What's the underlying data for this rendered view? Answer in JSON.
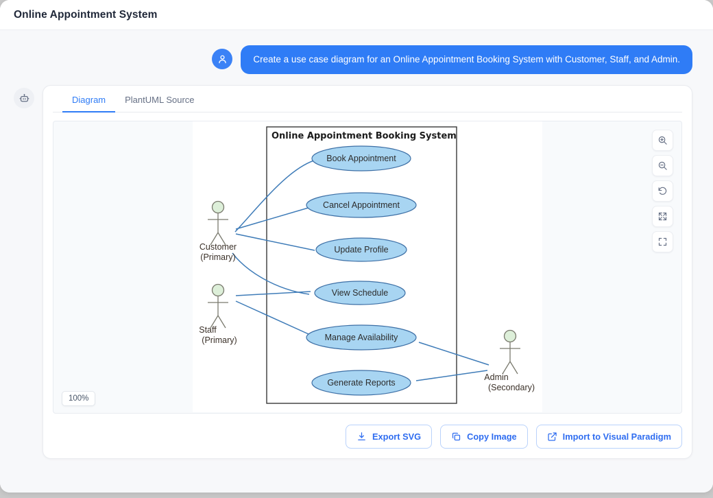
{
  "header": {
    "title": "Online Appointment System"
  },
  "conversation": {
    "user": {
      "avatar_icon": "user-icon",
      "message": "Create a use case diagram for an Online Appointment Booking System with Customer, Staff, and Admin."
    },
    "assistant": {
      "avatar_icon": "robot-icon"
    }
  },
  "tabs": [
    {
      "id": "diagram",
      "label": "Diagram",
      "active": true
    },
    {
      "id": "plantuml",
      "label": "PlantUML Source",
      "active": false
    }
  ],
  "canvas": {
    "zoom_level": "100%",
    "tools": [
      {
        "id": "zoom-in",
        "icon": "zoom-in-icon"
      },
      {
        "id": "zoom-out",
        "icon": "zoom-out-icon"
      },
      {
        "id": "reset",
        "icon": "reset-rotate-icon"
      },
      {
        "id": "fit",
        "icon": "fit-screen-icon"
      },
      {
        "id": "fullscreen",
        "icon": "fullscreen-icon"
      }
    ]
  },
  "actions": [
    {
      "id": "export-svg",
      "label": "Export SVG",
      "icon": "download-icon"
    },
    {
      "id": "copy-image",
      "label": "Copy Image",
      "icon": "copy-icon"
    },
    {
      "id": "import-vp",
      "label": "Import to Visual Paradigm",
      "icon": "external-link-icon"
    }
  ],
  "diagram": {
    "type": "use-case",
    "system_boundary": {
      "label": "Online Appointment Booking System"
    },
    "colors": {
      "usecase_fill": "#a8d5f2",
      "usecase_stroke": "#3d6fa5",
      "actor_head_fill": "#ddefd9",
      "actor_stroke": "#7a7a6e",
      "link_stroke": "#3f7cb8",
      "boundary_stroke": "#383838"
    },
    "actors": [
      {
        "id": "customer",
        "name": "Customer",
        "role": "(Primary)"
      },
      {
        "id": "staff",
        "name": "Staff",
        "role": "(Primary)"
      },
      {
        "id": "admin",
        "name": "Admin",
        "role": "(Secondary)"
      }
    ],
    "use_cases": [
      {
        "id": "book",
        "label": "Book Appointment"
      },
      {
        "id": "cancel",
        "label": "Cancel Appointment"
      },
      {
        "id": "profile",
        "label": "Update Profile"
      },
      {
        "id": "schedule",
        "label": "View Schedule"
      },
      {
        "id": "availability",
        "label": "Manage Availability"
      },
      {
        "id": "reports",
        "label": "Generate Reports"
      }
    ],
    "associations": [
      {
        "from": "customer",
        "to": "book"
      },
      {
        "from": "customer",
        "to": "cancel"
      },
      {
        "from": "customer",
        "to": "profile"
      },
      {
        "from": "customer",
        "to": "schedule"
      },
      {
        "from": "staff",
        "to": "schedule"
      },
      {
        "from": "staff",
        "to": "availability"
      },
      {
        "from": "admin",
        "to": "availability"
      },
      {
        "from": "admin",
        "to": "reports"
      }
    ]
  }
}
